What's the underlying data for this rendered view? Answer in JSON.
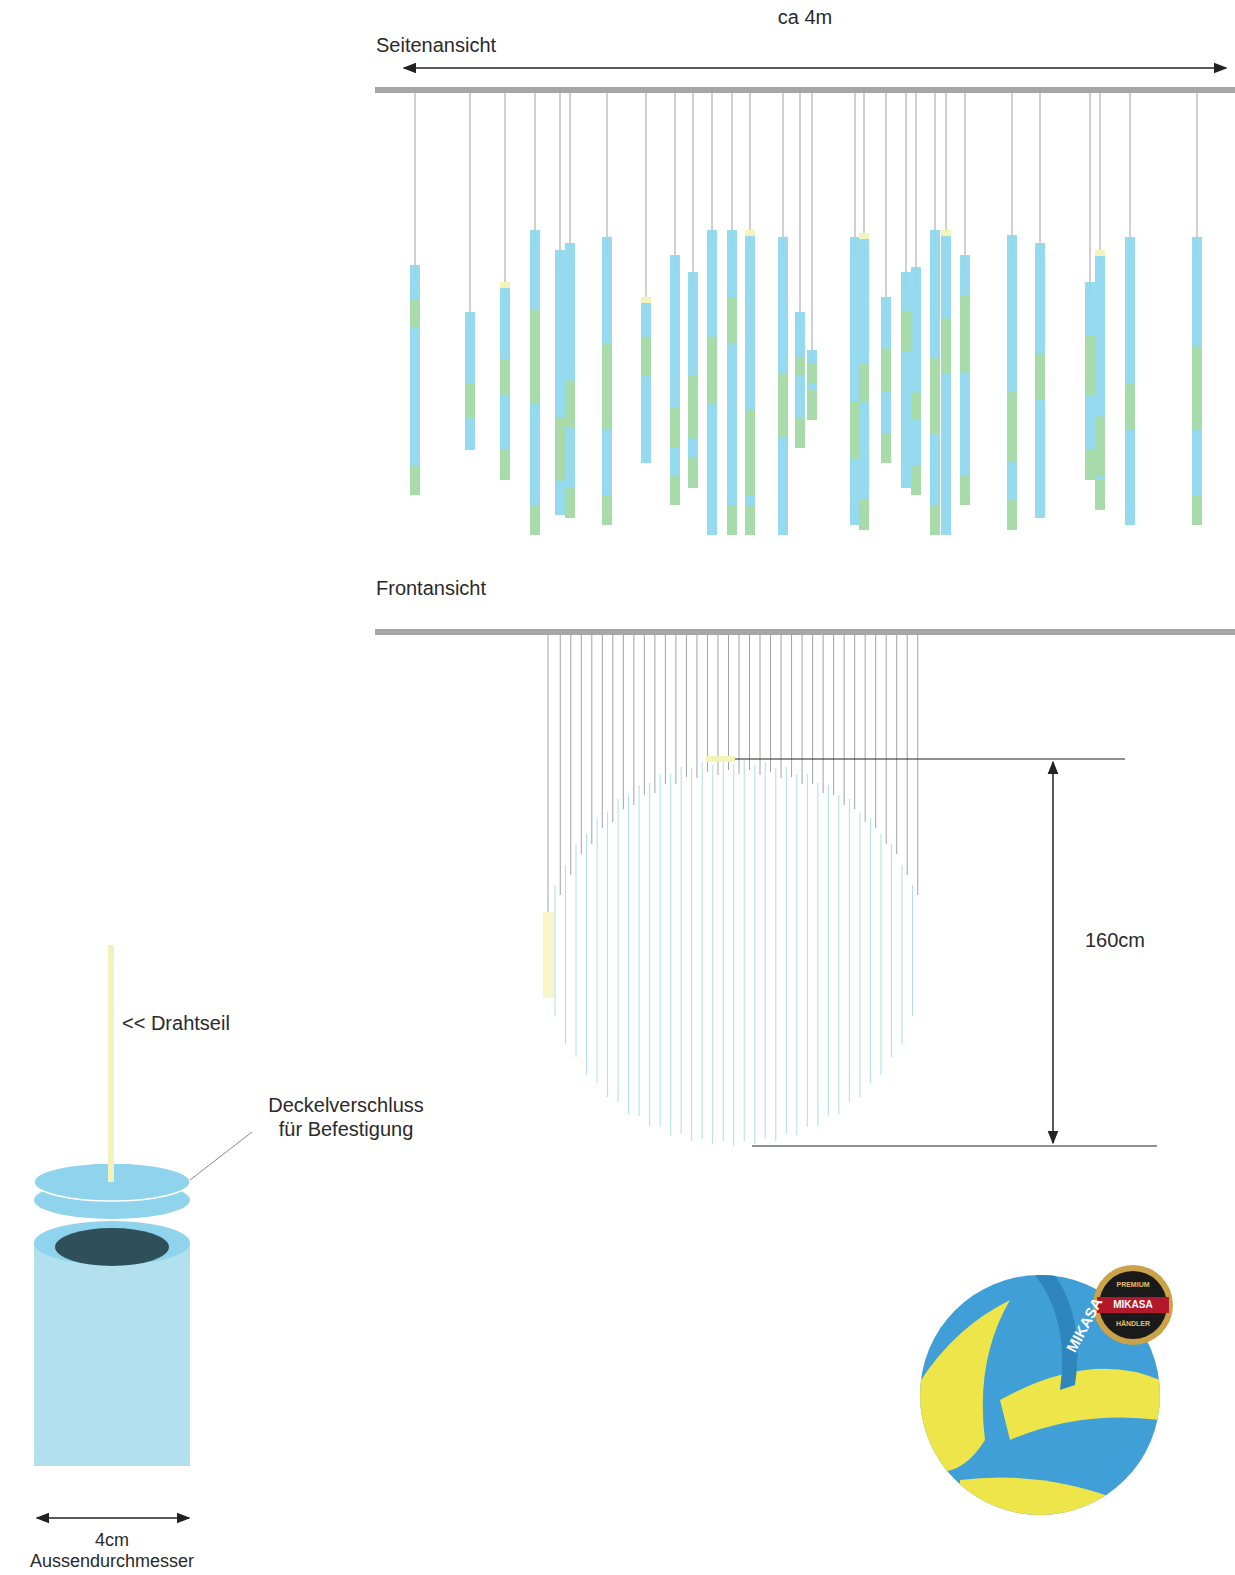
{
  "diagram": {
    "labels": [
      "ca 4m",
      "Seitenansicht",
      "Frontansicht",
      "160cm",
      "<< Drahtseil",
      "Deckelverschluss für Befestigung",
      "4cm Aussendurchmesser",
      "MIKASA",
      "PREMIUM",
      "MIKASA",
      "HÄNDLER"
    ]
  }
}
